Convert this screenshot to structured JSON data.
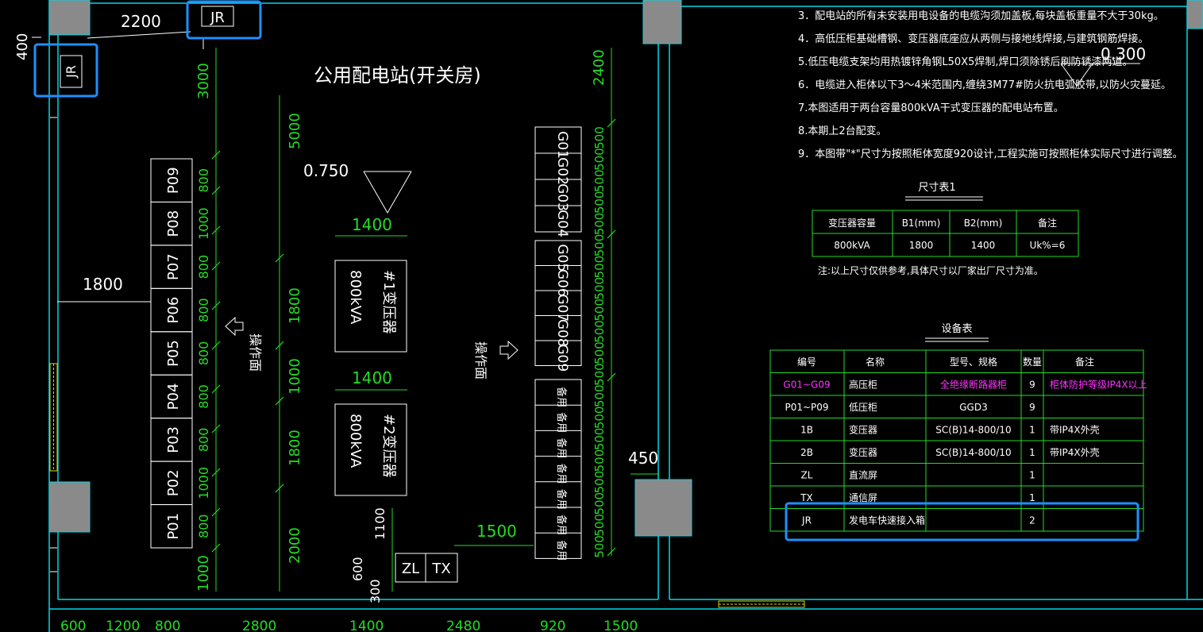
{
  "colors": {
    "background": "#000000",
    "white": "#ffffff",
    "cyan": "#00d7e6",
    "green": "#22dd22",
    "gray": "#8a8a8a",
    "yellow": "#e6d200",
    "magenta": "#ff33ff",
    "highlight": "#1e90ff"
  },
  "drawing": {
    "room_title": "公用配电站(开关房)",
    "operation_face_label": "操作面",
    "level_0750": "0.750",
    "level_0300": "0.300",
    "jr_label": "JR",
    "dim_2200": "2200",
    "dim_400": "400",
    "dim_1800_left": "1800",
    "dim_1400_a": "1400",
    "dim_1400_b": "1400",
    "dim_1500": "1500",
    "dim_450": "450",
    "dim_1100": "1100",
    "dim_600": "600",
    "dim_300": "300",
    "dim_3000": "3000",
    "dim_1000_left": "1000",
    "dim_5000": "5000",
    "dim_1800_a": "1800",
    "dim_1000_mid": "1000",
    "dim_1800_b": "1800",
    "dim_2000": "2000",
    "dim_2400": "2400",
    "lv_cabinets": [
      "P09",
      "P08",
      "P07",
      "P06",
      "P05",
      "P04",
      "P03",
      "P02",
      "P01"
    ],
    "lv_dims": [
      "800",
      "1000",
      "800",
      "800",
      "800",
      "800",
      "800",
      "1000",
      "800"
    ],
    "hv_group1": [
      "G01",
      "G02",
      "G03",
      "G04"
    ],
    "hv_group2": [
      "G05",
      "G06",
      "G07",
      "G08",
      "G09"
    ],
    "hv_spare": [
      "备用",
      "备用",
      "备用",
      "备用",
      "备用",
      "备用",
      "备用"
    ],
    "hv_dims": [
      "500",
      "500",
      "500",
      "500",
      "500",
      "500",
      "500",
      "500",
      "500",
      "500",
      "500",
      "500",
      "500",
      "500",
      "500",
      "500",
      "500",
      "500",
      "500",
      "500"
    ],
    "transformer1": {
      "name": "#1变压器",
      "capacity": "800kVA"
    },
    "transformer2": {
      "name": "#2变压器",
      "capacity": "800kVA"
    },
    "zl_label": "ZL",
    "tx_label": "TX",
    "bottom_dims": [
      "600",
      "1200",
      "800",
      "2800",
      "1400",
      "2480",
      "920",
      "1500"
    ]
  },
  "notes": [
    "3．配电站的所有未安装用电设备的电缆沟须加盖板,每块盖板重量不大于30kg。",
    "4．高低压柜基础槽钢、变压器底座应从两侧与接地线焊接,与建筑钢筋焊接。",
    "5.低压电缆支架均用热镀锌角钢L50X5焊制,焊口须除锈后刷防锈漆两道。",
    "6．电缆进入柜体以下3～4米范围内,缠绕3M77#防火抗电弧胶带,以防火灾蔓延。",
    "7.本图适用于两台容量800kVA干式变压器的配电站布置。",
    "8.本期上2台配变。",
    "9．本图带\"*\"尺寸为按照柜体宽度920设计,工程实施可按照柜体实际尺寸进行调整。"
  ],
  "size_table": {
    "title": "尺寸表1",
    "headers": [
      "变压器容量",
      "B1(mm)",
      "B2(mm)",
      "备注"
    ],
    "row": [
      "800kVA",
      "1800",
      "1400",
      "Uk%=6"
    ],
    "note": "注:以上尺寸仅供参考,具体尺寸以厂家出厂尺寸为准。"
  },
  "equipment_table": {
    "title": "设备表",
    "headers": [
      "编号",
      "名称",
      "型号、规格",
      "数量",
      "备注"
    ],
    "rows": [
      [
        "G01~G09",
        "高压柜",
        "全绝缘断路器柜",
        "9",
        "柜体防护等级IP4X以上"
      ],
      [
        "P01~P09",
        "低压柜",
        "GGD3",
        "9",
        ""
      ],
      [
        "1B",
        "变压器",
        "SC(B)14-800/10",
        "1",
        "带IP4X外壳"
      ],
      [
        "2B",
        "变压器",
        "SC(B)14-800/10",
        "1",
        "带IP4X外壳"
      ],
      [
        "ZL",
        "直流屏",
        "",
        "1",
        ""
      ],
      [
        "TX",
        "通信屏",
        "",
        "1",
        ""
      ],
      [
        "JR",
        "发电车快速接入箱",
        "",
        "2",
        ""
      ]
    ]
  }
}
